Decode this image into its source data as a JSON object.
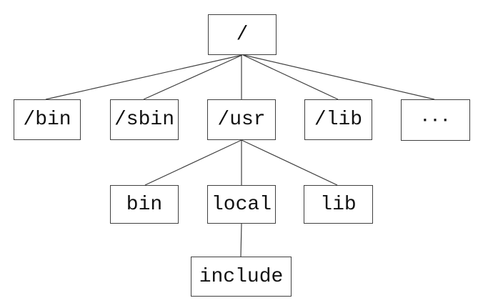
{
  "diagram": {
    "type": "tree",
    "colors": {
      "background": "#ffffff",
      "box_border": "#404040",
      "edge_line": "#404040",
      "text": "#111111"
    },
    "nodes": [
      {
        "id": "root",
        "label": "/"
      },
      {
        "id": "bin",
        "label": "/bin"
      },
      {
        "id": "sbin",
        "label": "/sbin"
      },
      {
        "id": "usr",
        "label": "/usr"
      },
      {
        "id": "lib",
        "label": "/lib"
      },
      {
        "id": "more",
        "label": "···"
      },
      {
        "id": "usr-bin",
        "label": "bin"
      },
      {
        "id": "usr-local",
        "label": "local"
      },
      {
        "id": "usr-lib",
        "label": "lib"
      },
      {
        "id": "usr-local-include",
        "label": "include"
      }
    ],
    "edges": [
      {
        "from": "/",
        "to": "/bin"
      },
      {
        "from": "/",
        "to": "/sbin"
      },
      {
        "from": "/",
        "to": "/usr"
      },
      {
        "from": "/",
        "to": "/lib"
      },
      {
        "from": "/",
        "to": "···"
      },
      {
        "from": "/usr",
        "to": "bin"
      },
      {
        "from": "/usr",
        "to": "local"
      },
      {
        "from": "/usr",
        "to": "lib"
      },
      {
        "from": "local",
        "to": "include"
      }
    ]
  }
}
